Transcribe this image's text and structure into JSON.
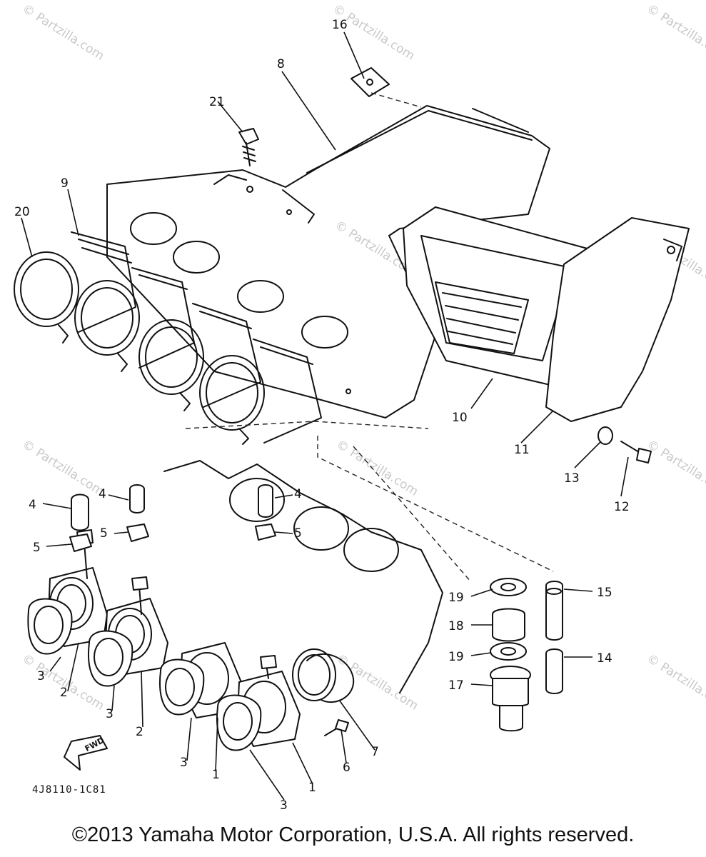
{
  "watermark": "© Partzilla.com",
  "callouts": {
    "c1a": "1",
    "c1b": "1",
    "c2a": "2",
    "c2b": "2",
    "c3a": "3",
    "c3b": "3",
    "c3c": "3",
    "c3d": "3",
    "c4a": "4",
    "c4b": "4",
    "c4c": "4",
    "c5a": "5",
    "c5b": "5",
    "c5c": "5",
    "c6": "6",
    "c7": "7",
    "c8": "8",
    "c9": "9",
    "c10": "10",
    "c11": "11",
    "c12": "12",
    "c13": "13",
    "c14": "14",
    "c15": "15",
    "c16": "16",
    "c17": "17",
    "c18": "18",
    "c19a": "19",
    "c19b": "19",
    "c20": "20",
    "c21": "21"
  },
  "fwd_arrow": "FWD",
  "diagram_code": "4J8110-1C81",
  "copyright": "©2013 Yamaha Motor Corporation, U.S.A. All rights reserved."
}
